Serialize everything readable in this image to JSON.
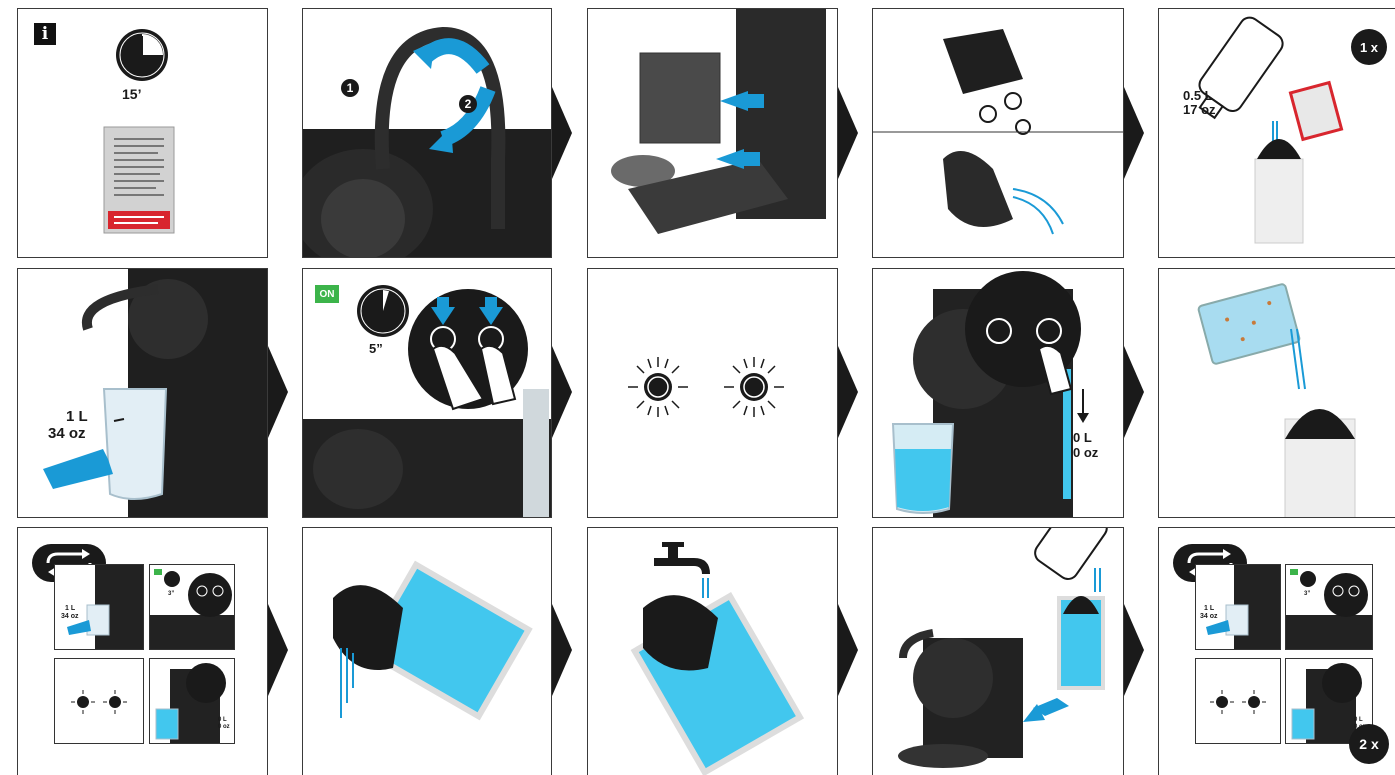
{
  "colors": {
    "accent": "#1a9ad6",
    "water": "#42c7ee",
    "dark": "#1e1e1e",
    "on_green": "#3cb44a",
    "red": "#d8262e"
  },
  "row1": {
    "info_label": "i",
    "time": "15’",
    "cleanup_icon": "tank-removal-icon",
    "step1": "1",
    "step2": "2",
    "bottle_volume_l": "0.5 L",
    "bottle_volume_oz": "17 oz",
    "repeat_once": "1 x"
  },
  "row2": {
    "fill_l": "1 L",
    "fill_oz": "34 oz",
    "power_label": "ON",
    "hold_time": "5”",
    "empty_l": "0 L",
    "empty_oz": "0 oz"
  },
  "row3": {
    "mini_fill_l": "1 L",
    "mini_fill_oz": "34 oz",
    "mini_hold": "3”",
    "mini_empty_l": "0 L",
    "mini_empty_oz": "0 oz",
    "repeat_twice": "2 x"
  }
}
